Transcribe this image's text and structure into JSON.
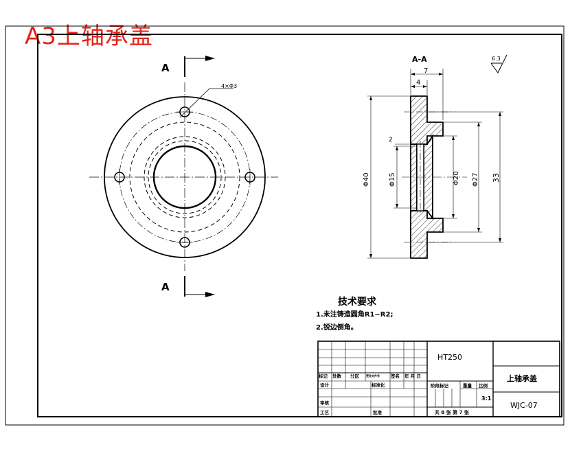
{
  "sheet_title": "A3上轴承盖",
  "section_marker": {
    "top": "A",
    "bottom": "A"
  },
  "hole_callout": "4×Φ3",
  "section_view_label": "A-A",
  "roughness": "6.3",
  "dims": {
    "total_width": "7",
    "flange_width": "4",
    "groove": "2",
    "d40": "Φ40",
    "d15": "Φ15",
    "d20": "Φ20",
    "d27": "Φ27",
    "height_33": "33"
  },
  "tech_requirements": {
    "heading": "技术要求",
    "items": [
      "1.未注铸造圆角R1~R2;",
      "2.锐边倒角。"
    ]
  },
  "title_block": {
    "material": "HT250",
    "part_name": "上轴承盖",
    "drawing_no": "WJC-07",
    "scale": "3:1",
    "sheet_info": "共 8 张   第 7 张",
    "row_labels": [
      "标记",
      "处数",
      "分区",
      "更改文件号",
      "签名",
      "年 月 日"
    ],
    "design_label": "设计",
    "std_label": "标准化",
    "stage_label": "阶段标记",
    "weight_label": "重量",
    "scale_label": "比例",
    "review_label": "审核",
    "process_label": "工艺",
    "approve_label": "批准"
  }
}
